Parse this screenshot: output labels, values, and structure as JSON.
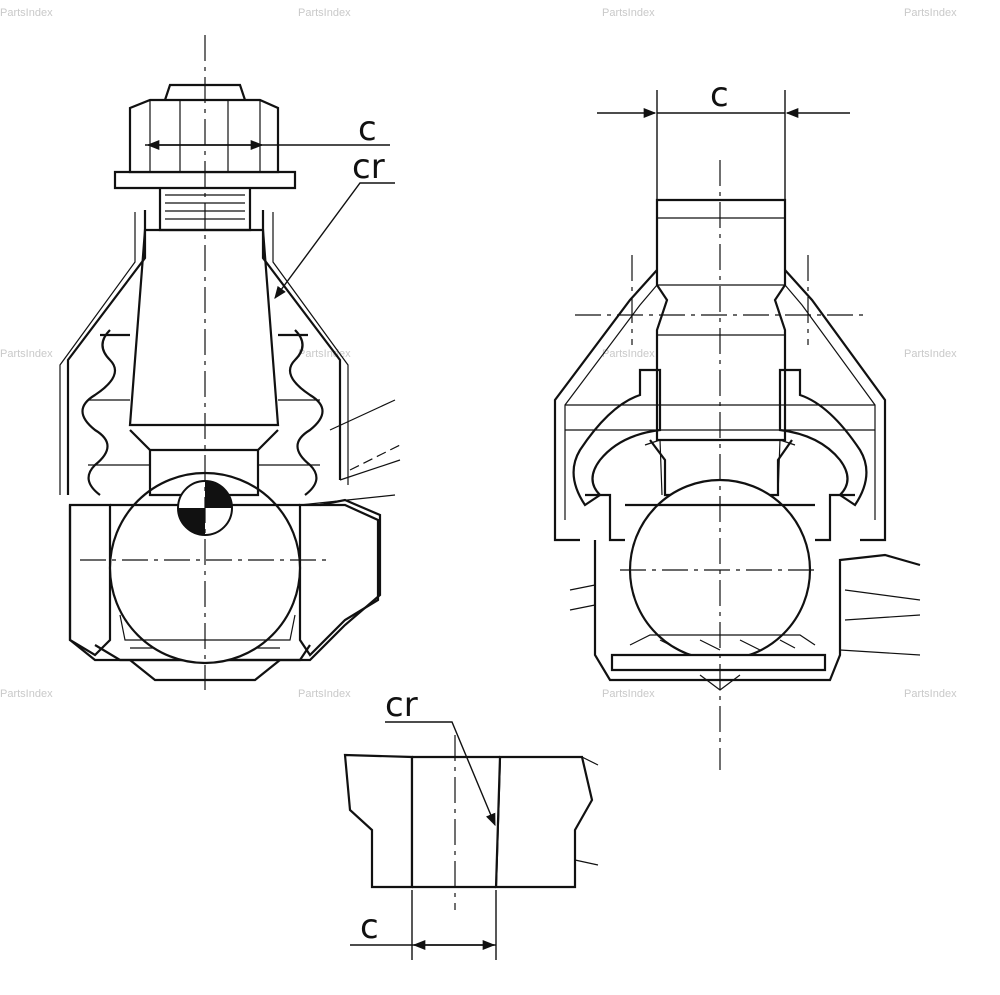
{
  "labels": {
    "left_c": "c",
    "left_cr": "cr",
    "right_c": "c",
    "bottom_cr": "cr",
    "bottom_c": "c"
  },
  "watermarks": [
    "PartsIndex",
    "PartsIndex",
    "PartsIndex",
    "PartsIndex",
    "PartsIndex",
    "PartsIndex",
    "PartsIndex",
    "PartsIndex",
    "PartsIndex",
    "PartsIndex",
    "PartsIndex",
    "PartsIndex"
  ],
  "colors": {
    "line": "#111111",
    "background": "#ffffff",
    "watermark": "#c9c9c9"
  }
}
